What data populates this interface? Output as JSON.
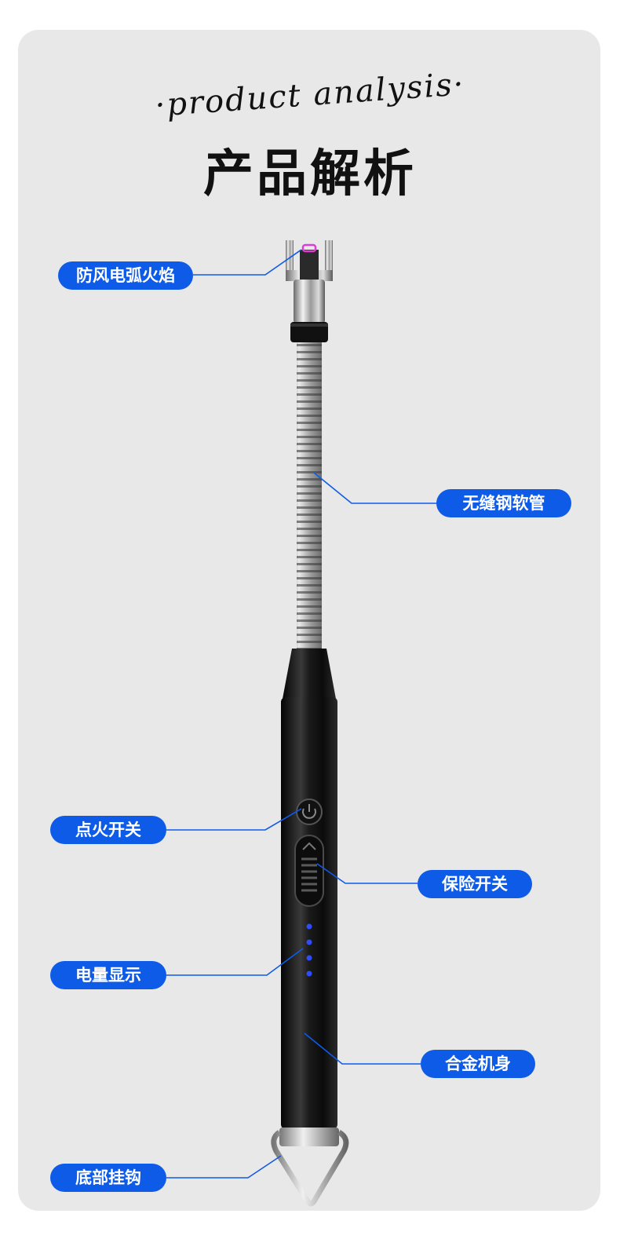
{
  "header": {
    "subtitle": "·product analysis·",
    "title": "产品解析"
  },
  "colors": {
    "accent": "#0e5be7",
    "panel": "#e8e8e8",
    "title_text": "#111111",
    "led": "#2f4bff"
  },
  "callouts": [
    {
      "id": "arc",
      "label": "防风电弧火焰"
    },
    {
      "id": "hose",
      "label": "无缝钢软管"
    },
    {
      "id": "ignite",
      "label": "点火开关"
    },
    {
      "id": "safety",
      "label": "保险开关"
    },
    {
      "id": "battery",
      "label": "电量显示"
    },
    {
      "id": "body",
      "label": "合金机身"
    },
    {
      "id": "hook",
      "label": "底部挂钩"
    }
  ]
}
